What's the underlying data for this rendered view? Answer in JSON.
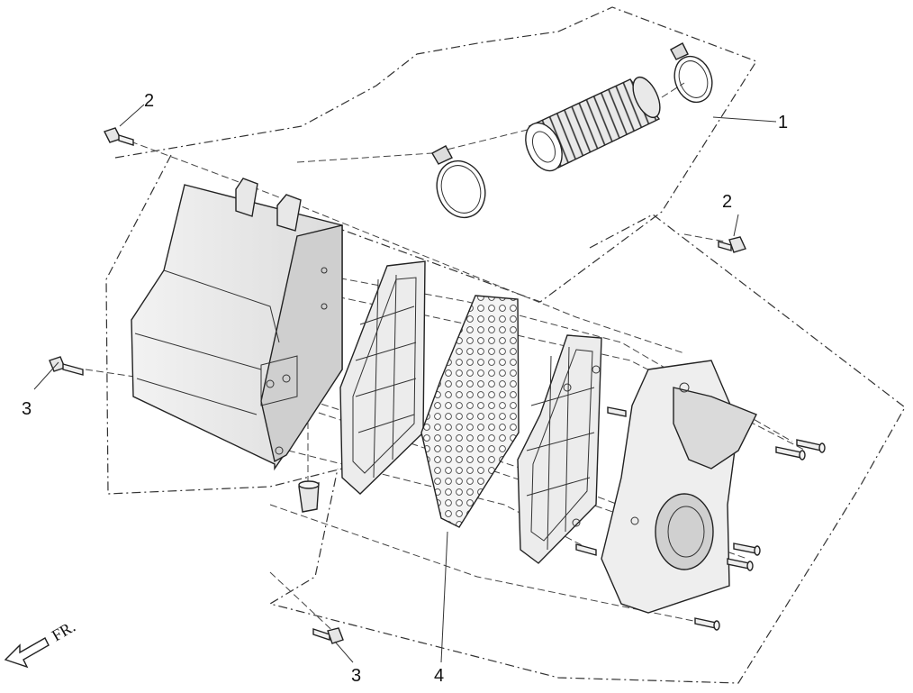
{
  "callouts": [
    {
      "id": "1",
      "label": "1"
    },
    {
      "id": "2a",
      "label": "2"
    },
    {
      "id": "2b",
      "label": "2"
    },
    {
      "id": "3a",
      "label": "3"
    },
    {
      "id": "3b",
      "label": "3"
    },
    {
      "id": "4",
      "label": "4"
    }
  ],
  "direction_label": "FR."
}
